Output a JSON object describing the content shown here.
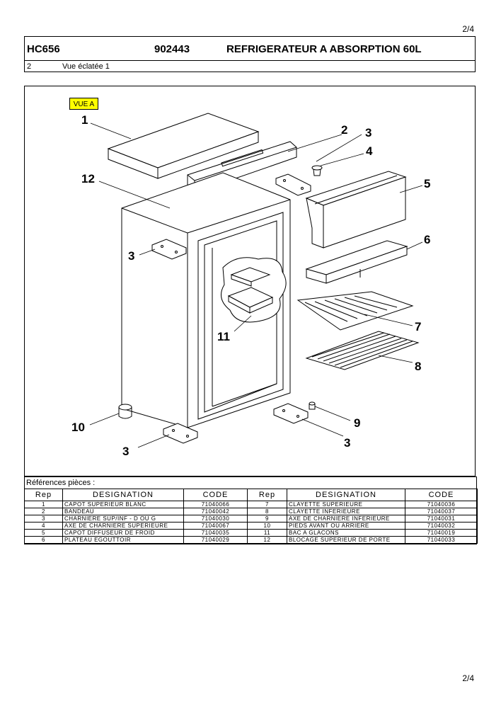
{
  "page": {
    "number": "2/4"
  },
  "header": {
    "model": "HC656",
    "code": "902443",
    "title": "REFRIGERATEUR A ABSORPTION 60L",
    "section_number": "2",
    "section_title": "Vue éclatée 1"
  },
  "drawing": {
    "view_label": "VUE A",
    "callouts": [
      "1",
      "2",
      "3",
      "4",
      "12",
      "5",
      "3",
      "6",
      "7",
      "11",
      "8",
      "10",
      "9",
      "3",
      "3"
    ]
  },
  "references": {
    "title": "Références pièces  :",
    "columns": [
      "Rep",
      "DESIGNATION",
      "CODE",
      "Rep",
      "DESIGNATION",
      "CODE"
    ],
    "rows": [
      [
        "1",
        "CAPOT SUPERIEUR BLANC",
        "71040066",
        "7",
        "CLAYETTE SUPERIEURE",
        "71040036"
      ],
      [
        "2",
        "BANDEAU",
        "71040042",
        "8",
        "CLAYETTE INFERIEURE",
        "71040037"
      ],
      [
        "3",
        "CHARNIERE SUP/INF - D OU G",
        "71040030",
        "9",
        "AXE DE CHARNIERE INFERIEURE",
        "71040031"
      ],
      [
        "4",
        "AXE DE CHARNIERE SUPERIEURE",
        "71040067",
        "10",
        "PIEDS AVANT OU ARRIERE",
        "71040032"
      ],
      [
        "5",
        "CAPOT DIFFUSEUR DE FROID",
        "71040035",
        "11",
        "BAC A GLACONS",
        "71040019"
      ],
      [
        "6",
        "PLATEAU EGOUTTOIR",
        "71040029",
        "12",
        "BLOCAGE SUPERIEUR DE PORTE",
        "71040033"
      ]
    ]
  }
}
